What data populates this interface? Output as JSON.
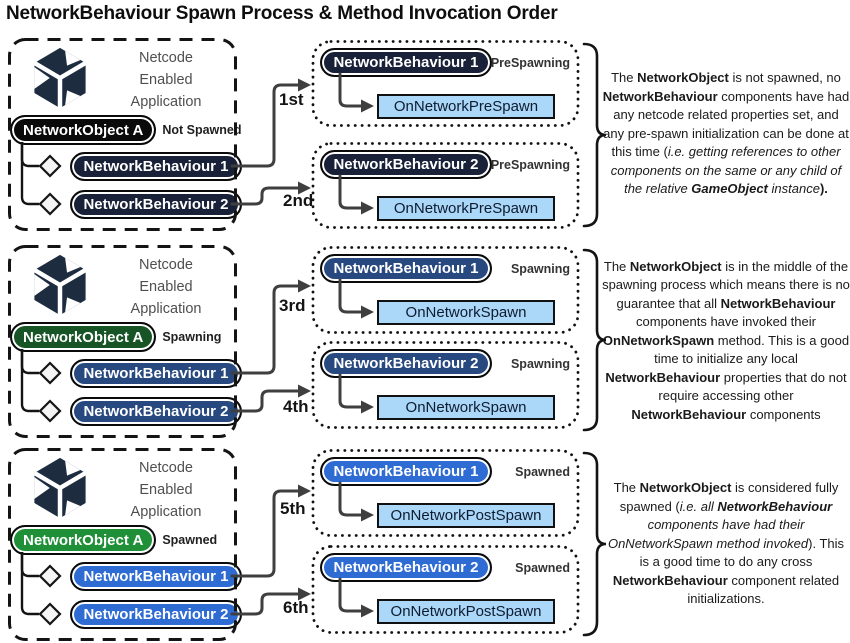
{
  "title": "NetworkBehaviour Spawn Process & Method Invocation Order",
  "colors": {
    "outline": "#141414",
    "arrow": "#3f3f3f",
    "method_bg": "#abd7f8",
    "unity_logo": "#1d2c3f",
    "app_text": "#4f4f4f",
    "diamond_fill": "#f4f4f4"
  },
  "rows": [
    {
      "id": "prespawning",
      "app_lines": [
        "Netcode",
        "Enabled",
        "Application"
      ],
      "network_object": {
        "label": "NetworkObject A",
        "status": "Not Spawned",
        "color": "#0a0a0a"
      },
      "behaviour_color": "#182138",
      "behaviours": [
        "NetworkBehaviour 1",
        "NetworkBehaviour 2"
      ],
      "order_labels": [
        "1st",
        "2nd"
      ],
      "callouts": [
        {
          "behaviour": "NetworkBehaviour 1",
          "stage": "PreSpawning",
          "method": "OnNetworkPreSpawn"
        },
        {
          "behaviour": "NetworkBehaviour 2",
          "stage": "PreSpawning",
          "method": "OnNetworkPreSpawn"
        }
      ],
      "description": [
        {
          "text": "The "
        },
        {
          "text": "NetworkObject",
          "bold": true
        },
        {
          "text": " is not spawned, no "
        },
        {
          "text": "NetworkBehaviour",
          "bold": true
        },
        {
          "text": " components have had any netcode related properties set, and any pre-spawn initialization can be done at this time ("
        },
        {
          "text": "i.e. getting references to other components on the same or any child of the relative ",
          "italic": true
        },
        {
          "text": "GameObject",
          "bold": true,
          "italic": true
        },
        {
          "text": " instance",
          "italic": true
        },
        {
          "text": ").",
          "bold": true
        }
      ]
    },
    {
      "id": "spawning",
      "app_lines": [
        "Netcode",
        "Enabled",
        "Application"
      ],
      "network_object": {
        "label": "NetworkObject A",
        "status": "Spawning",
        "color": "#175426"
      },
      "behaviour_color": "#27497f",
      "behaviours": [
        "NetworkBehaviour 1",
        "NetworkBehaviour 2"
      ],
      "order_labels": [
        "3rd",
        "4th"
      ],
      "callouts": [
        {
          "behaviour": "NetworkBehaviour 1",
          "stage": "Spawning",
          "method": "OnNetworkSpawn"
        },
        {
          "behaviour": "NetworkBehaviour 2",
          "stage": "Spawning",
          "method": "OnNetworkSpawn"
        }
      ],
      "description": [
        {
          "text": "The "
        },
        {
          "text": "NetworkObject",
          "bold": true
        },
        {
          "text": " is in the middle of the spawning process which means there is no guarantee that all "
        },
        {
          "text": "NetworkBehaviour",
          "bold": true
        },
        {
          "text": " components have invoked their "
        },
        {
          "text": "OnNetworkSpawn",
          "bold": true
        },
        {
          "text": " method. This is a good time to initialize any local "
        },
        {
          "text": "NetworkBehaviour",
          "bold": true
        },
        {
          "text": " properties that do not require accessing other "
        },
        {
          "text": "NetworkBehaviour",
          "bold": true
        },
        {
          "text": " components"
        }
      ]
    },
    {
      "id": "spawned",
      "app_lines": [
        "Netcode",
        "Enabled",
        "Application"
      ],
      "network_object": {
        "label": "NetworkObject A",
        "status": "Spawned",
        "color": "#1f9038"
      },
      "behaviour_color": "#2e6bd3",
      "behaviours": [
        "NetworkBehaviour 1",
        "NetworkBehaviour 2"
      ],
      "order_labels": [
        "5th",
        "6th"
      ],
      "callouts": [
        {
          "behaviour": "NetworkBehaviour 1",
          "stage": "Spawned",
          "method": "OnNetworkPostSpawn"
        },
        {
          "behaviour": "NetworkBehaviour 2",
          "stage": "Spawned",
          "method": "OnNetworkPostSpawn"
        }
      ],
      "description": [
        {
          "text": "The "
        },
        {
          "text": "NetworkObject",
          "bold": true
        },
        {
          "text": " is considered fully spawned ("
        },
        {
          "text": "i.e. all ",
          "italic": true
        },
        {
          "text": "NetworkBehaviour",
          "bold": true,
          "italic": true
        },
        {
          "text": " components have had their OnNetworkSpawn method invoked",
          "italic": true
        },
        {
          "text": "). This is a good time to do any cross "
        },
        {
          "text": "NetworkBehaviour",
          "bold": true
        },
        {
          "text": " component related initializations."
        }
      ]
    }
  ]
}
